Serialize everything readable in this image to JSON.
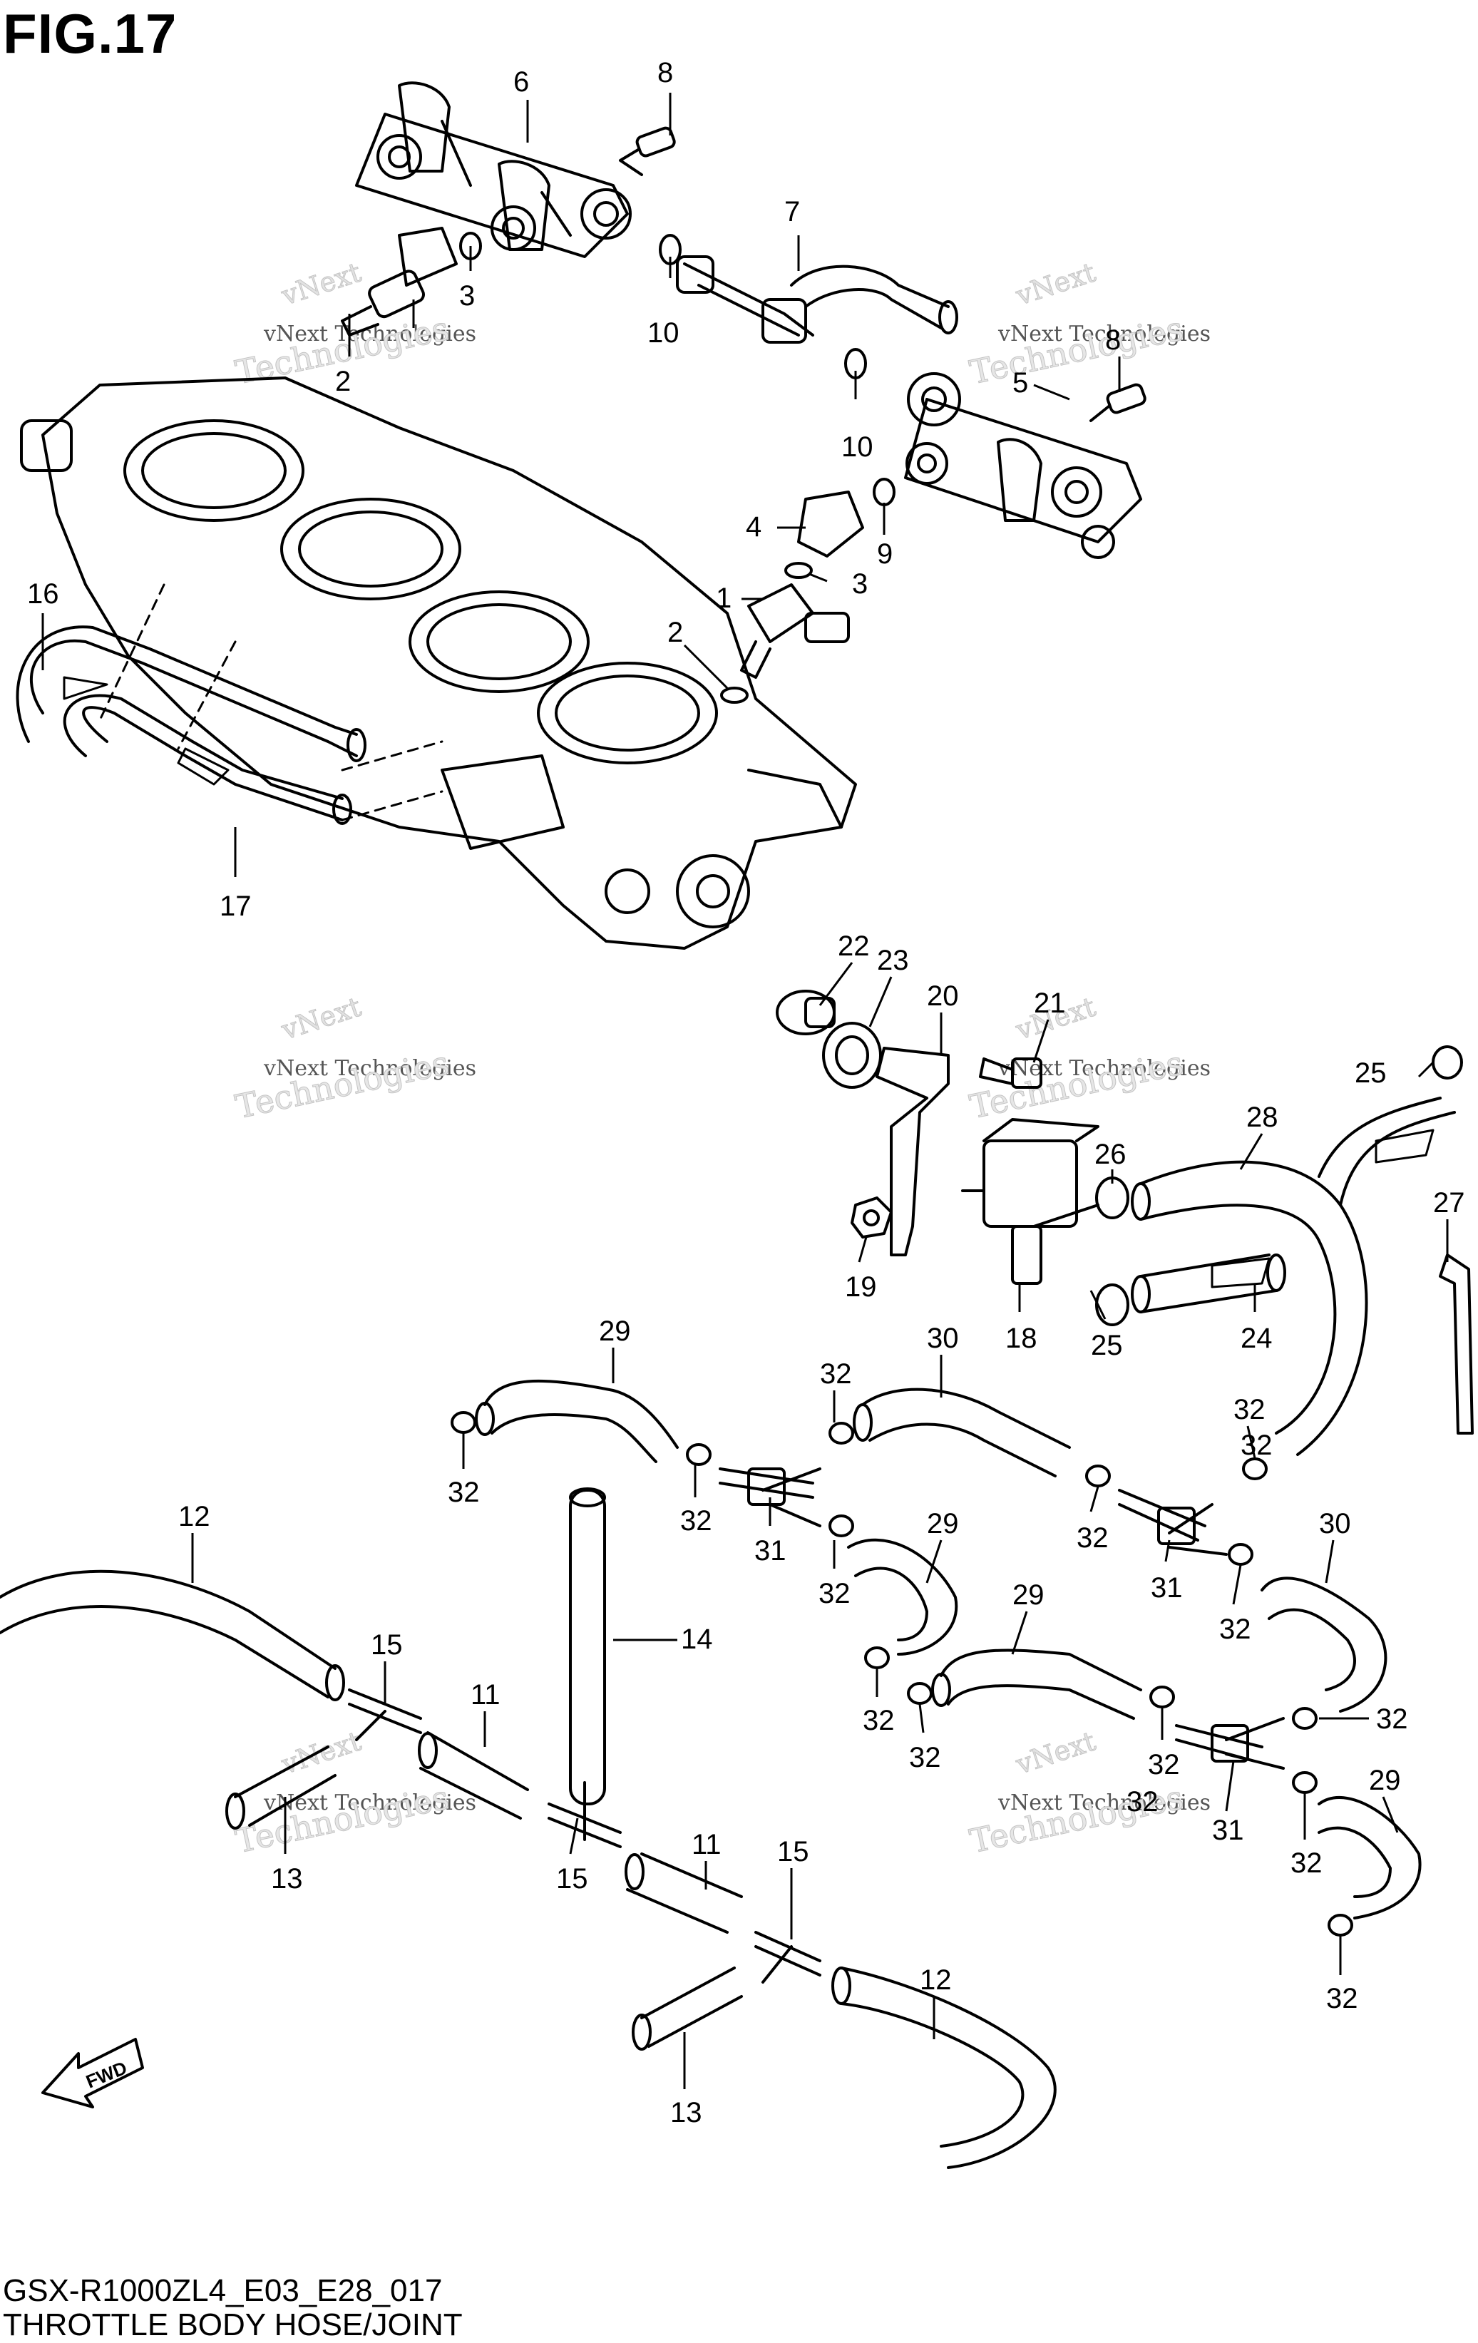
{
  "figure_title": "FIG.17",
  "footer": {
    "code": "GSX-R1000ZL4_E03_E28_017",
    "title": "THROTTLE BODY HOSE/JOINT"
  },
  "watermark": {
    "line1": "vNext",
    "line2": "vNext Technologies",
    "line3": "Technologies"
  },
  "fwd_label": "FWD",
  "callouts": {
    "c1": "1",
    "c2a": "2",
    "c2b": "2",
    "c3a": "3",
    "c3b": "3",
    "c4": "4",
    "c5": "5",
    "c6": "6",
    "c7": "7",
    "c8a": "8",
    "c8b": "8",
    "c9": "9",
    "c10a": "10",
    "c10b": "10",
    "c11a": "11",
    "c11b": "11",
    "c12a": "12",
    "c12b": "12",
    "c13a": "13",
    "c13b": "13",
    "c14": "14",
    "c15a": "15",
    "c15b": "15",
    "c15c": "15",
    "c16": "16",
    "c17": "17",
    "c18": "18",
    "c19": "19",
    "c20": "20",
    "c21": "21",
    "c22": "22",
    "c23": "23",
    "c24": "24",
    "c25a": "25",
    "c25b": "25",
    "c26": "26",
    "c27": "27",
    "c28": "28",
    "c29a": "29",
    "c29b": "29",
    "c29c": "29",
    "c29d": "29",
    "c30a": "30",
    "c30b": "30",
    "c31a": "31",
    "c31b": "31",
    "c31c": "31",
    "c32a": "32",
    "c32b": "32",
    "c32c": "32",
    "c32d": "32",
    "c32e": "32",
    "c32f": "32",
    "c32g": "32",
    "c32h": "32",
    "c32i": "32",
    "c32j": "32",
    "c32k": "32",
    "c32l": "32",
    "c32m": "32",
    "c32n": "32",
    "c32o": "32"
  }
}
